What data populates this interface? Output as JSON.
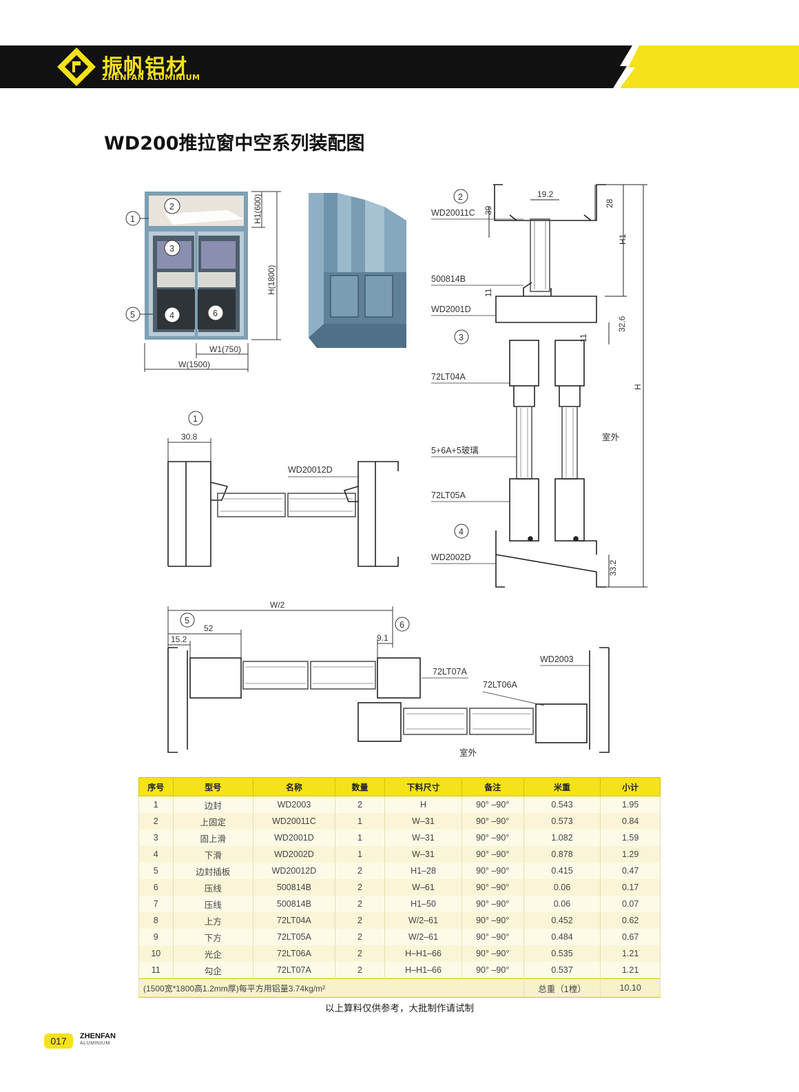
{
  "colors": {
    "brand_yellow": "#f5e21a",
    "banner_black": "#111111",
    "frame_blue": "#7da0b4"
  },
  "header": {
    "brand_cn": "振帆铝材",
    "brand_en": "ZHENFAN ALUMINIUM"
  },
  "page_title": "WD200推拉窗中空系列装配图",
  "window_view": {
    "dim_h1": "H1(600)",
    "dim_h": "H(1800)",
    "dim_w1": "W1(750)",
    "dim_w": "W(1500)",
    "markers": [
      "1",
      "2",
      "3",
      "4",
      "5",
      "6"
    ]
  },
  "section_vertical": {
    "marker_2": "2",
    "marker_3": "3",
    "marker_4": "4",
    "labels": [
      "WD20011C",
      "500814B",
      "WD2001D",
      "72LT04A",
      "5+6A+5玻璃",
      "72LT05A",
      "WD2002D"
    ],
    "dims": {
      "d19_2": "19.2",
      "d39": "39",
      "d28": "28",
      "d11a": "11",
      "d11b": "11",
      "d32_6": "32.6",
      "d33_2": "33.2",
      "h1": "H1",
      "h": "H"
    },
    "outside": "室外"
  },
  "section_1": {
    "marker": "1",
    "dim": "30.8",
    "label": "WD20012D"
  },
  "section_horizontal": {
    "dim_w2": "W/2",
    "marker_5": "5",
    "marker_6": "6",
    "dim_52": "52",
    "dim_15_2": "15.2",
    "dim_9_1": "9.1",
    "labels": [
      "72LT07A",
      "72LT06A",
      "WD2003"
    ],
    "outside": "室外"
  },
  "parts_table": {
    "headers": [
      "序号",
      "型号",
      "名称",
      "数量",
      "下料尺寸",
      "备注",
      "米重",
      "小计"
    ],
    "rows": [
      [
        "1",
        "边封",
        "WD2003",
        "2",
        "H",
        "90° –90°",
        "0.543",
        "1.95"
      ],
      [
        "2",
        "上固定",
        "WD20011C",
        "1",
        "W–31",
        "90° –90°",
        "0.573",
        "0.84"
      ],
      [
        "3",
        "固上滑",
        "WD2001D",
        "1",
        "W–31",
        "90° –90°",
        "1.082",
        "1.59"
      ],
      [
        "4",
        "下滑",
        "WD2002D",
        "1",
        "W–31",
        "90° –90°",
        "0.878",
        "1.29"
      ],
      [
        "5",
        "边封插板",
        "WD20012D",
        "2",
        "H1–28",
        "90° –90°",
        "0.415",
        "0.47"
      ],
      [
        "6",
        "压线",
        "500814B",
        "2",
        "W–61",
        "90° –90°",
        "0.06",
        "0.17"
      ],
      [
        "7",
        "压线",
        "500814B",
        "2",
        "H1–50",
        "90° –90°",
        "0.06",
        "0.07"
      ],
      [
        "8",
        "上方",
        "72LT04A",
        "2",
        "W/2–61",
        "90° –90°",
        "0.452",
        "0.62"
      ],
      [
        "9",
        "下方",
        "72LT05A",
        "2",
        "W/2–61",
        "90° –90°",
        "0.484",
        "0.67"
      ],
      [
        "10",
        "光企",
        "72LT06A",
        "2",
        "H–H1–66",
        "90° –90°",
        "0.535",
        "1.21"
      ],
      [
        "11",
        "勾企",
        "72LT07A",
        "2",
        "H–H1–66",
        "90° –90°",
        "0.537",
        "1.21"
      ]
    ],
    "footer_note": "(1500宽*1800高1.2mm厚)每平方用铝量3.74kg/m²",
    "total_label": "总重（1樘）",
    "total_value": "10.10"
  },
  "note": "以上算料仅供参考，大批制作请试制",
  "footer": {
    "page_number": "017",
    "brand": "ZHENFAN",
    "brand_sub": "ALUMINIUM"
  }
}
